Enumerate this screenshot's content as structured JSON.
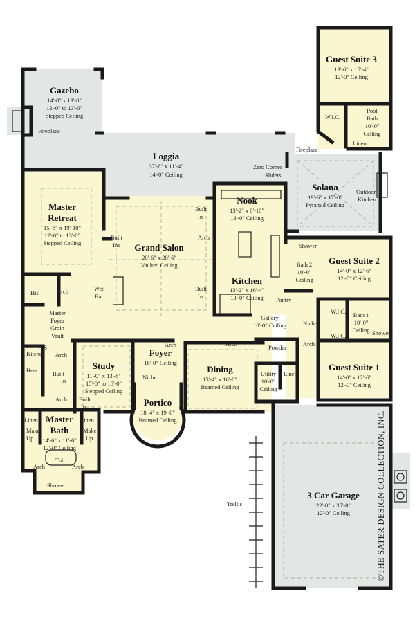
{
  "rooms": {
    "guest_suite_3": {
      "name": "Guest Suite 3",
      "dim": "13'-6\" x 15'-4\"",
      "ceiling": "12'-0\" Ceiling"
    },
    "gazebo": {
      "name": "Gazebo",
      "dim": "14'-8\" x 19'-8\"",
      "ceiling": "12'-0\" to 13'-0\"",
      "ceiling2": "Stepped Ceiling"
    },
    "loggia": {
      "name": "Loggia",
      "dim": "37'-6\" x 11'-4\"",
      "ceiling": "14'-0\" Ceiling"
    },
    "solana": {
      "name": "Solana",
      "dim": "19'-6\" x 17'-0\"",
      "ceiling": "Pyramid Ceiling"
    },
    "nook": {
      "name": "Nook",
      "dim": "13'-2\" x 8'-10\"",
      "ceiling": "13'-0\" Ceiling"
    },
    "master_retreat": {
      "name": "Master",
      "name2": "Retreat",
      "dim": "15'-8\" x 19'-10\"",
      "ceiling": "12'-0\" to 13'-0\"",
      "ceiling2": "Stepped Ceiling"
    },
    "grand_salon": {
      "name": "Grand Salon",
      "dim": "20'-6\" x 20'-6\"",
      "ceiling": "Vaulted Ceiling"
    },
    "guest_suite_2": {
      "name": "Guest Suite 2",
      "dim": "14'-0\" x 12'-6\"",
      "ceiling": "12'-0\" Ceiling"
    },
    "kitchen": {
      "name": "Kitchen",
      "dim": "13'-2\" x 16'-4\"",
      "ceiling": "13'-0\" Ceiling"
    },
    "bath2": {
      "name": "Bath 2",
      "dim": "10'-0\"",
      "ceiling": "Ceiling"
    },
    "bath1": {
      "name": "Bath 1",
      "dim": "10'-0\"",
      "ceiling": "Ceiling"
    },
    "gallery": {
      "name": "Gallery",
      "dim": "10'-0\" Ceiling"
    },
    "foyer": {
      "name": "Foyer",
      "dim": "16'-0\" Ceiling"
    },
    "study": {
      "name": "Study",
      "dim": "11'-0\" x 13'-8\"",
      "ceiling": "15'-0\" to 16'-0\"",
      "ceiling2": "Stepped Ceiling"
    },
    "dining": {
      "name": "Dining",
      "dim": "15'-4\" x 16'-0\"",
      "ceiling": "Beamed Ceiling"
    },
    "guest_suite_1": {
      "name": "Guest Suite 1",
      "dim": "14'-0\" x 12'-6\"",
      "ceiling": "12'-0\" Ceiling"
    },
    "portico": {
      "name": "Portico",
      "dim": "18'-4\" x 19'-0\"",
      "ceiling": "Beamed Ceiling"
    },
    "master_bath": {
      "name": "Master",
      "name2": "Bath",
      "dim": "14'-6\" x 11'-6\"",
      "ceiling": "12'-0\" Ceiling"
    },
    "garage": {
      "name": "3 Car Garage",
      "dim": "22'-8\" x 35'-8\"",
      "ceiling": "12'-0\" Ceiling"
    },
    "utility": {
      "name": "Utility",
      "dim": "10'-0\"",
      "ceiling": "Ceiling"
    },
    "pool_bath": {
      "name": "Pool",
      "name2": "Bath",
      "dim": "10'-0\"",
      "ceiling": "Ceiling"
    },
    "master_foyer": {
      "l1": "Master",
      "l2": "Foyer",
      "l3": "Groin",
      "l4": "Vault"
    }
  },
  "labels": {
    "fireplace": "Fireplace",
    "zero_corner": "Zero Corner",
    "sliders": "Sliders",
    "outdoor": "Outdoor",
    "kitchen_out": "Kitchen",
    "built": "Built",
    "in": "In",
    "ins": "Ins",
    "arch": "Arch",
    "wet": "Wet",
    "bar": "Bar",
    "his": "His",
    "hers": "Hers",
    "morning": "Morning",
    "shower": "Shower",
    "wic": "W.I.C.",
    "linen": "Linen",
    "pantry": "Pantry",
    "niche": "Niche",
    "powder": "Powder",
    "make": "Make",
    "up": "Up",
    "tub": "Tub",
    "trellis": "Trellis"
  },
  "credit": "©THE SATER DESIGN COLLECTION, INC."
}
